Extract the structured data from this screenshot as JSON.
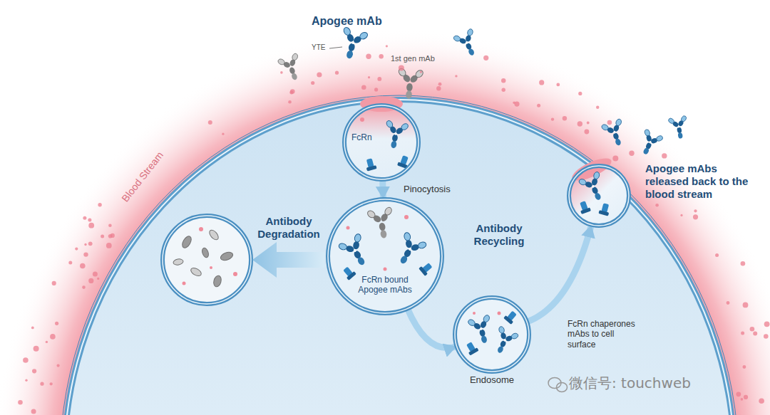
{
  "diagram": {
    "nodes": [
      {
        "text": [
          "FcRn"
        ]
      },
      {
        "text": [
          "FcRn bound Apogee mAbs"
        ]
      },
      {
        "text": [
          "Endosome"
        ]
      },
      {
        "text": [
          "Apogee mAbs released back to the blood stream"
        ]
      }
    ],
    "edges": [
      {
        "from": 0,
        "to": 1,
        "arrow": "to",
        "label": "Pinocytosis"
      },
      {
        "from": 1,
        "to": 2,
        "arrow": "to"
      },
      {
        "from": 2,
        "to": 3,
        "arrow": "to",
        "label": "FcRn chaperones mAbs to cell surface"
      }
    ],
    "labels": [
      "Apogee mAb",
      "YTE",
      "1st gen mAb",
      "Blood Stream",
      "Antibody Degradation",
      "Antibody Recycling",
      "微信号: touchweb"
    ]
  }
}
